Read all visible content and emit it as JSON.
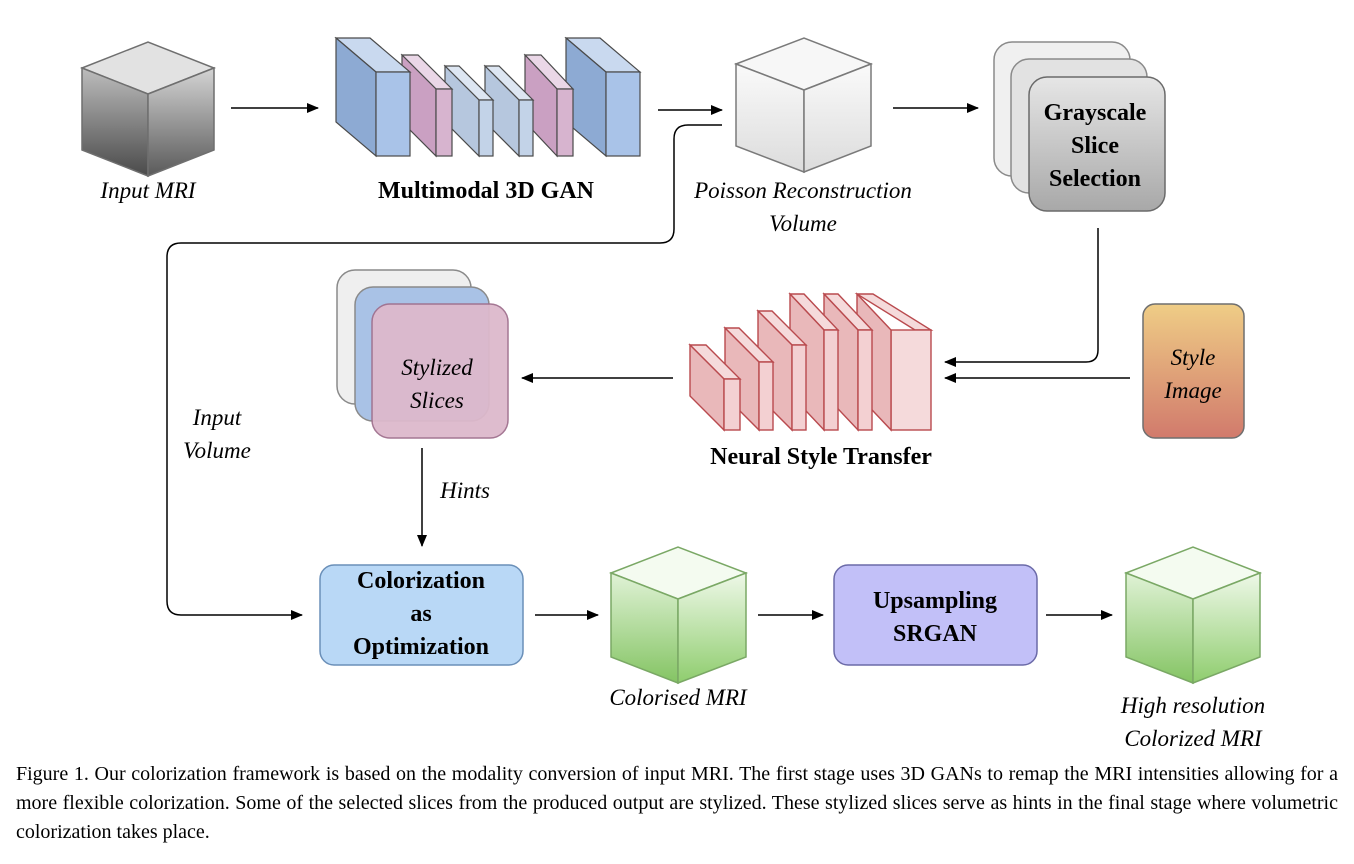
{
  "nodes": {
    "input_mri": "Input MRI",
    "gan": "Multimodal 3D GAN",
    "poisson_1": "Poisson Reconstruction",
    "poisson_2": "Volume",
    "grayscale_1": "Grayscale",
    "grayscale_2": "Slice",
    "grayscale_3": "Selection",
    "style_image_1": "Style",
    "style_image_2": "Image",
    "stylized_1": "Stylized",
    "stylized_2": "Slices",
    "nst": "Neural Style Transfer",
    "input_volume_1": "Input",
    "input_volume_2": "Volume",
    "hints": "Hints",
    "colorization_1": "Colorization",
    "colorization_2": "as",
    "colorization_3": "Optimization",
    "colorised": "Colorised MRI",
    "upsampling_1": "Upsampling",
    "upsampling_2": "SRGAN",
    "highres_1": "High resolution",
    "highres_2": "Colorized MRI"
  },
  "caption": "Figure 1. Our colorization framework is based on the modality conversion of input MRI. The first stage uses 3D GANs to remap the MRI intensities allowing for a more flexible colorization.  Some of the selected slices from the produced output are stylized.  These stylized slices serve as hints in the final stage where volumetric colorization takes place.",
  "colors": {
    "gan_blue": "#9db8df",
    "gan_pink": "#d3a9c9",
    "nst_red": "#f0c6c8",
    "nst_stroke": "#b94a4e",
    "colorization_fill": "#b9d8f6",
    "upsampling_fill": "#c2c0f8",
    "green_cube": "#a9dc8e",
    "style_top": "#efcd86",
    "style_bottom": "#d17a6c"
  }
}
